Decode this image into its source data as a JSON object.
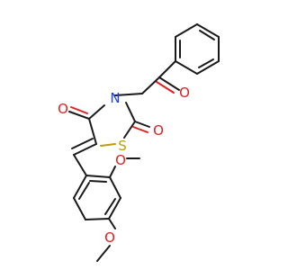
{
  "molecule": {
    "atoms": {
      "o_ketone": {
        "symbol": "O",
        "color": "#e02020"
      },
      "o_c4": {
        "symbol": "O",
        "color": "#e02020"
      },
      "n_ring": {
        "symbol": "N",
        "color": "#2040e0"
      },
      "o_c2": {
        "symbol": "O",
        "color": "#e02020"
      },
      "s_ring": {
        "symbol": "S",
        "color": "#b8a000"
      },
      "o_methoxy_2": {
        "symbol": "O",
        "color": "#e02020"
      },
      "o_methoxy_4": {
        "symbol": "O",
        "color": "#e02020"
      }
    }
  }
}
